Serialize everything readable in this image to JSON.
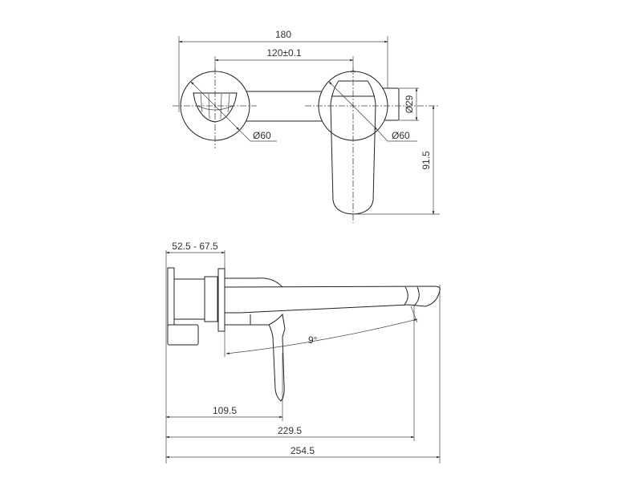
{
  "drawing": {
    "title": "Wall-mounted basin mixer technical drawing",
    "colors": {
      "line": "#222222",
      "text": "#333333",
      "background": "#ffffff"
    },
    "top_view": {
      "dimensions": {
        "overall_width": "180",
        "center_distance": "120±0.1",
        "left_rosette_diameter": "Ø60",
        "right_rosette_diameter": "Ø60",
        "spout_diameter": "Ø29",
        "handle_height": "91.5"
      }
    },
    "side_view": {
      "dimensions": {
        "wall_depth_range": "52.5 - 67.5",
        "handle_angle": "9°",
        "handle_projection": "109.5",
        "spout_outlet_projection": "229.5",
        "overall_projection": "254.5"
      }
    }
  }
}
